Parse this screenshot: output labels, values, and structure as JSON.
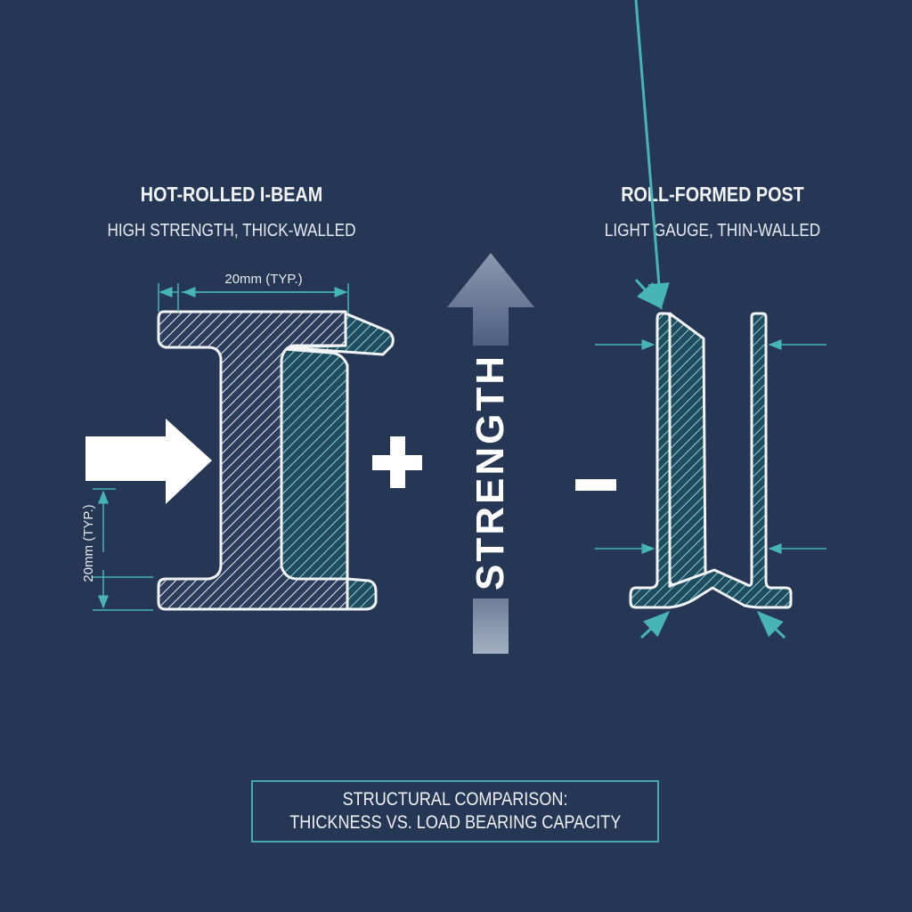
{
  "left_section": {
    "title": "HOT-ROLLED I-BEAM",
    "subtitle": "HIGH STRENGTH, THICK-WALLED",
    "dimension_top": "20mm (TYP.)",
    "dimension_left": "20mm (TYP.)",
    "indicator": "+"
  },
  "center": {
    "label": "STRENGTH",
    "arrow_direction": "up"
  },
  "right_section": {
    "title": "ROLL-FORMED POST",
    "subtitle": "LIGHT GAUGE, THIN-WALLED",
    "indicator": "-"
  },
  "caption": {
    "line1": "STRUCTURAL COMPARISON:",
    "line2": "THICKNESS VS. LOAD BEARING CAPACITY"
  },
  "colors": {
    "background": "#263655",
    "accent": "#47b5b5",
    "outline": "#f2f4f7",
    "hatch_dark": "#2e3f5e",
    "hatch_teal": "#2a5a6a",
    "arrow_gray": "#8b9ab0"
  }
}
